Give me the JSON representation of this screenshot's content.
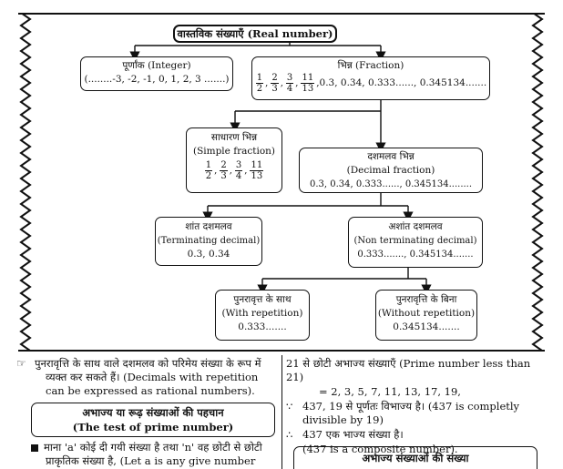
{
  "diagram": {
    "root": "वास्तविक संख्याएँ (Real number)",
    "integer": {
      "hi": "पूर्णांक (Integer)",
      "en": "(........-3, -2, -1, 0, 1, 2, 3 .......)"
    },
    "fraction": {
      "hi": "भिन्न (Fraction)",
      "fractions": [
        {
          "n": "1",
          "d": "2"
        },
        {
          "n": "2",
          "d": "3"
        },
        {
          "n": "3",
          "d": "4"
        },
        {
          "n": "11",
          "d": "13"
        }
      ],
      "tail": ",0.3, 0.34, 0.333......,     0.345134......."
    },
    "simple": {
      "hi": "साधारण भिन्न",
      "en": "(Simple fraction)",
      "fractions": [
        {
          "n": "1",
          "d": "2"
        },
        {
          "n": "2",
          "d": "3"
        },
        {
          "n": "3",
          "d": "4"
        },
        {
          "n": "11",
          "d": "13"
        }
      ]
    },
    "decimal": {
      "hi": "दशमलव भिन्न",
      "en": "(Decimal fraction)",
      "values": "0.3, 0.34, 0.333......,     0.345134........"
    },
    "terminating": {
      "hi": "शांत दशमलव",
      "en": "(Terminating decimal)",
      "values": "0.3, 0.34"
    },
    "nonterminating": {
      "hi": "अशांत दशमलव",
      "en": "(Non terminating decimal)",
      "values": "0.333.......,     0.345134......."
    },
    "with_rep": {
      "hi": "पुनरावृत्त के साथ",
      "en": "(With repetition)",
      "values": "0.333......."
    },
    "without_rep": {
      "hi": "पुनरावृत्ति के बिना",
      "en": "(Without repetition)",
      "values": "0.345134......."
    }
  },
  "left_col": {
    "note": "पुनरावृत्ति के साथ वाले दशमलव को परिमेय संख्या के रूप में व्यक्त कर सकते हैं। (Decimals with repetition can be expressed as rational numbers).",
    "box_hi": "अभाज्य या रूढ़ संख्याओं की पहचान",
    "box_en": "(The test of prime number)",
    "point": "माना 'a' कोई दी गयी संख्या है तथा 'n' वह छोटी से छोटी प्राकृतिक संख्या है, (Let a is any give number and n is"
  },
  "right_col": {
    "line1": "21 से छोटी अभाज्य संख्याएँ (Prime number less than 21)",
    "line2": "= 2, 3, 5, 7, 11, 13, 17, 19,",
    "because_sym": "∵",
    "line3": "437, 19 से पूर्णतः विभाज्य है। (437 is completly divisible by 19)",
    "therefore_sym": "∴",
    "line4": "437 एक भाज्य संख्या है।",
    "line5": "(437 is a composite number).",
    "box": "अभाज्य संख्याओं की संख्या"
  },
  "icons": {
    "note": "pointing-hand-icon",
    "bullet": "square-bullet-icon"
  }
}
